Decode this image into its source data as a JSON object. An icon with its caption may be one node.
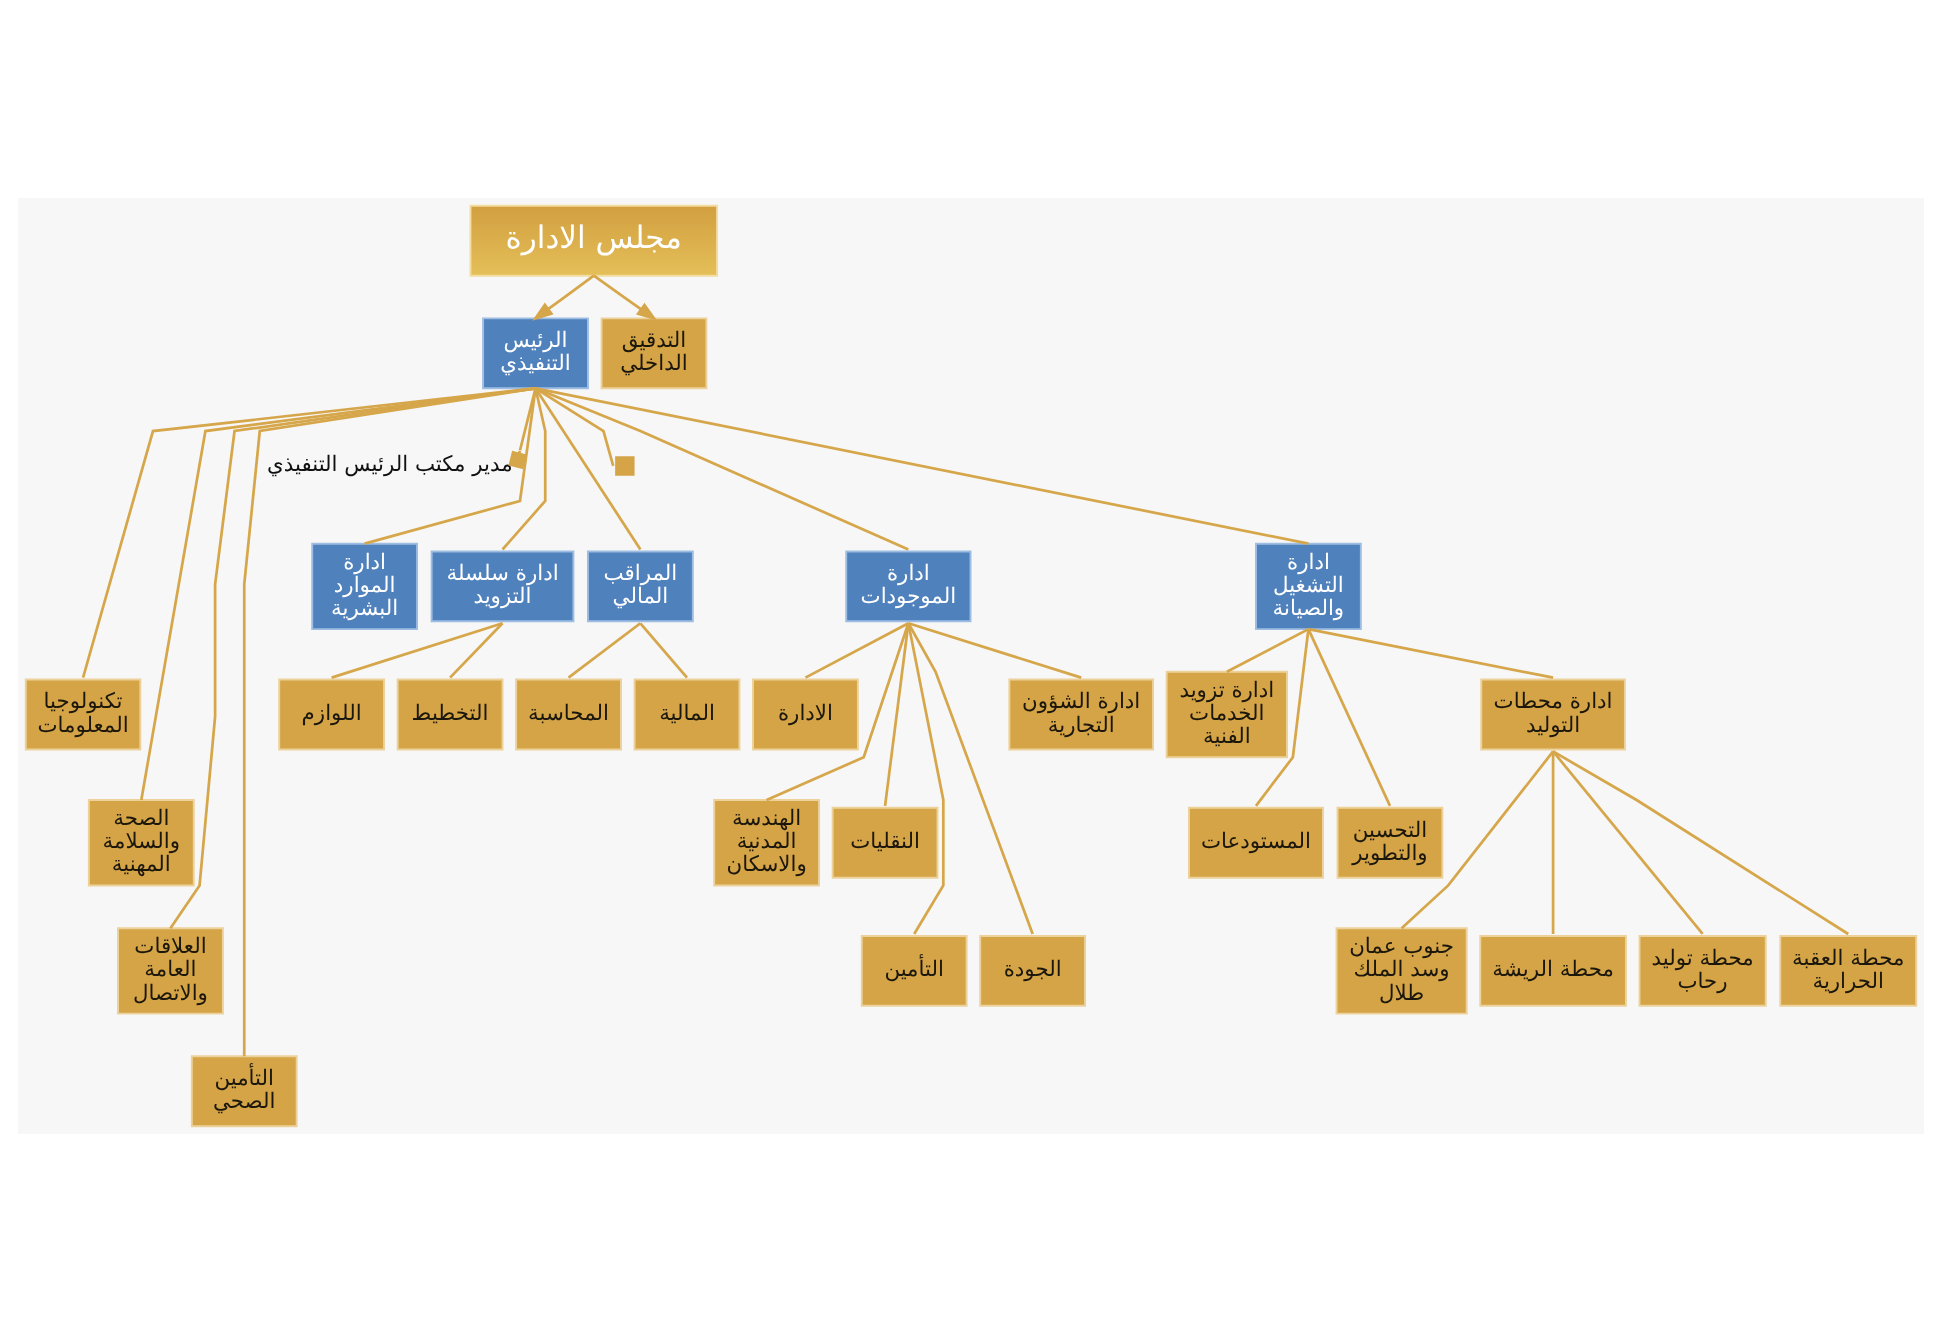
{
  "diagram": {
    "nodes": [
      {
        "text": [
          "مجلس الادارة"
        ]
      },
      {
        "text": [
          "التدقيق الداخلي"
        ]
      },
      {
        "text": [
          "الرئيس التنفيذي"
        ]
      },
      {
        "text": [
          "مدير مكتب الرئيس التنفيذي"
        ]
      },
      {
        "text": [],
        "shape": "box"
      },
      {
        "text": [
          "ادارة الموارد البشرية"
        ]
      },
      {
        "text": [
          "ادارة سلسلة التزويد"
        ]
      },
      {
        "text": [
          "المراقب المالي"
        ]
      },
      {
        "text": [
          "ادارة الموجودات"
        ]
      },
      {
        "text": [
          "ادارة التشغيل والصيانة"
        ]
      },
      {
        "text": [
          "تكنولوجيا المعلومات"
        ]
      },
      {
        "text": [
          "اللوازم"
        ]
      },
      {
        "text": [
          "التخطيط"
        ]
      },
      {
        "text": [
          "المحاسبة"
        ]
      },
      {
        "text": [
          "المالية"
        ]
      },
      {
        "text": [
          "الادارة"
        ]
      },
      {
        "text": [
          "ادارة الشؤون التجارية"
        ]
      },
      {
        "text": [
          "ادارة تزويد الخدمات الفنية"
        ]
      },
      {
        "text": [
          "ادارة محطات التوليد"
        ]
      },
      {
        "text": [
          "المستودعات"
        ]
      },
      {
        "text": [
          "التحسين والتطوير"
        ]
      },
      {
        "text": [
          "الصحة والسلامة المهنية"
        ]
      },
      {
        "text": [
          "الهندسة المدنية والاسكان"
        ]
      },
      {
        "text": [
          "النقليات"
        ]
      },
      {
        "text": [
          "العلاقات العامة والاتصال"
        ]
      },
      {
        "text": [
          "جنوب عمان وسد الملك طلال"
        ]
      },
      {
        "text": [
          "محطة الريشة"
        ]
      },
      {
        "text": [
          "محطة توليد رحاب"
        ]
      },
      {
        "text": [
          "محطة العقبة الحرارية"
        ]
      },
      {
        "text": [
          "التأمين"
        ]
      },
      {
        "text": [
          "الجودة"
        ]
      },
      {
        "text": [
          "التأمين الصحي"
        ]
      }
    ],
    "edges": [
      {
        "from": 0,
        "to": 2,
        "arrow": "to"
      },
      {
        "from": 0,
        "to": 1,
        "arrow": "to"
      },
      {
        "from": 2,
        "to": 10,
        "arrow": "none"
      },
      {
        "from": 2,
        "to": 21,
        "arrow": "none"
      },
      {
        "from": 2,
        "to": 24,
        "arrow": "none"
      },
      {
        "from": 2,
        "to": 31,
        "arrow": "none"
      },
      {
        "from": 2,
        "to": 3,
        "arrow": "other"
      },
      {
        "from": 2,
        "to": 5,
        "arrow": "none"
      },
      {
        "from": 2,
        "to": 6,
        "arrow": "none"
      },
      {
        "from": 2,
        "to": 7,
        "arrow": "none"
      },
      {
        "from": 2,
        "to": 4,
        "arrow": "none"
      },
      {
        "from": 2,
        "to": 8,
        "arrow": "none"
      },
      {
        "from": 2,
        "to": 9,
        "arrow": "none"
      },
      {
        "from": 6,
        "to": 11,
        "arrow": "none"
      },
      {
        "from": 6,
        "to": 12,
        "arrow": "none"
      },
      {
        "from": 7,
        "to": 13,
        "arrow": "none"
      },
      {
        "from": 7,
        "to": 14,
        "arrow": "none"
      },
      {
        "from": 8,
        "to": 15,
        "arrow": "none"
      },
      {
        "from": 8,
        "to": 22,
        "arrow": "none"
      },
      {
        "from": 8,
        "to": 23,
        "arrow": "none"
      },
      {
        "from": 8,
        "to": 29,
        "arrow": "none"
      },
      {
        "from": 8,
        "to": 30,
        "arrow": "none"
      },
      {
        "from": 8,
        "to": 16,
        "arrow": "none"
      },
      {
        "from": 9,
        "to": 17,
        "arrow": "none"
      },
      {
        "from": 9,
        "to": 19,
        "arrow": "none"
      },
      {
        "from": 9,
        "to": 20,
        "arrow": "none"
      },
      {
        "from": 9,
        "to": 18,
        "arrow": "none"
      },
      {
        "from": 18,
        "to": 25,
        "arrow": "none"
      },
      {
        "from": 18,
        "to": 26,
        "arrow": "none"
      },
      {
        "from": 18,
        "to": 27,
        "arrow": "none"
      },
      {
        "from": 18,
        "to": 28,
        "arrow": "none"
      }
    ]
  }
}
